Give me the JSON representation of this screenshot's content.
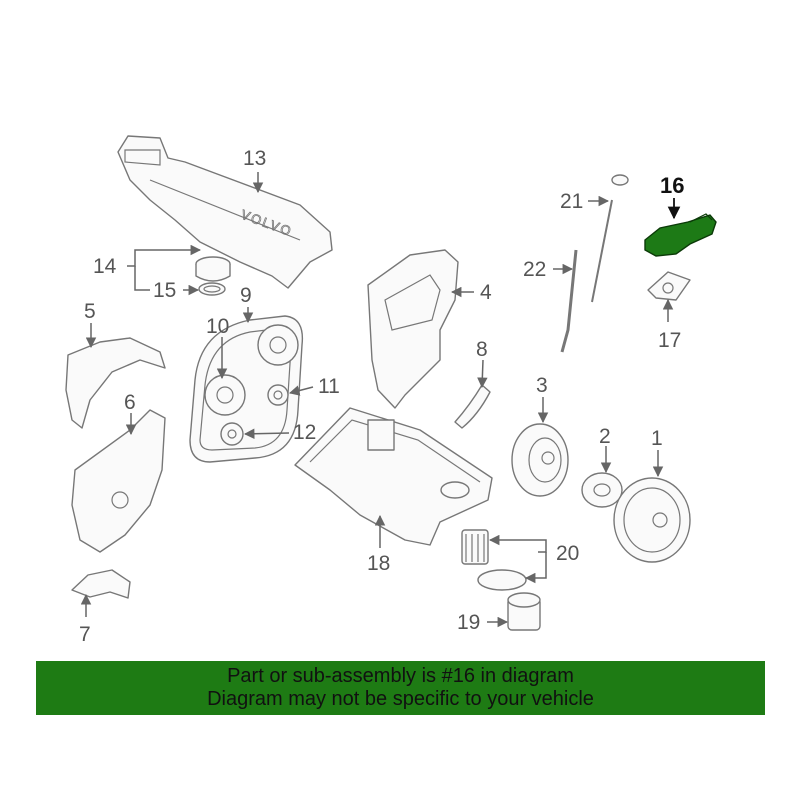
{
  "callouts": [
    "1",
    "2",
    "3",
    "4",
    "5",
    "6",
    "7",
    "8",
    "9",
    "10",
    "11",
    "12",
    "13",
    "14",
    "15",
    "16",
    "17",
    "18",
    "19",
    "20",
    "21",
    "22"
  ],
  "highlighted_part": "16",
  "cover_lettering": "VOLVO",
  "banner": {
    "line1": "Part or sub-assembly is #16 in diagram",
    "line2": "Diagram may not be specific to your vehicle"
  },
  "colors": {
    "highlight_part": "#1d7a16",
    "banner_bg": "#1e7b14",
    "line": "#777777",
    "label": "#555555"
  }
}
